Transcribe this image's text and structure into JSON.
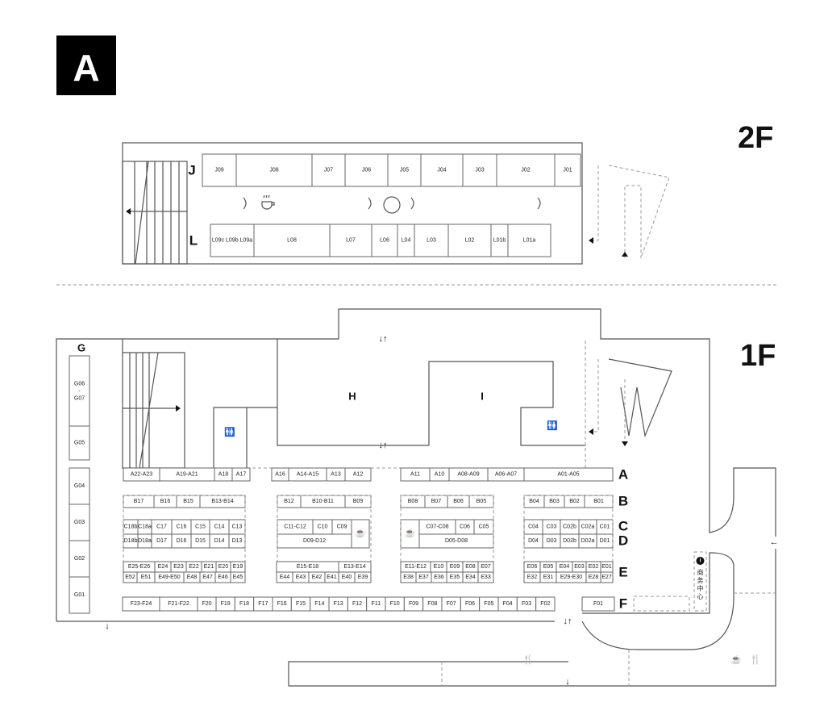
{
  "logo": "A",
  "floors": {
    "upper": "2F",
    "lower": "1F"
  },
  "row_letters_2f": [
    "J",
    "L"
  ],
  "row_letters_1f": [
    "A",
    "B",
    "C",
    "D",
    "E",
    "F"
  ],
  "zones": {
    "G": "G",
    "H": "H",
    "I": "I"
  },
  "service_center": "商务中心",
  "stalls": {
    "J": [
      "J09",
      "J08",
      "J07",
      "J06",
      "J05",
      "J04",
      "J03",
      "J02",
      "J01"
    ],
    "L": [
      "L09c L09b L09a",
      "L08",
      "L07",
      "L06",
      "L04",
      "L03",
      "L02",
      "L01b",
      "L01a"
    ],
    "G": [
      "G06 - G07",
      "G05",
      "G04",
      "G03",
      "G02",
      "G01"
    ],
    "A_left": [
      "A22-A23",
      "A19-A21",
      "A18",
      "A17"
    ],
    "A_mid": [
      "A16",
      "A14-A15",
      "A13",
      "A12"
    ],
    "A_right": [
      "A11",
      "A10",
      "A08-A09",
      "A06-A07",
      "A01-A05"
    ],
    "B1": [
      "B17",
      "B16",
      "B15",
      "B13-B14"
    ],
    "B2": [
      "B12",
      "B10-B11",
      "B09"
    ],
    "B3": [
      "B08",
      "B07",
      "B06",
      "B05"
    ],
    "B4": [
      "B04",
      "B03",
      "B02",
      "B01"
    ],
    "C1": [
      "C18b",
      "C18a",
      "C17",
      "C16",
      "C15",
      "C14",
      "C13"
    ],
    "D1": [
      "D18b",
      "D18a",
      "D17",
      "D16",
      "D15",
      "D14",
      "D13"
    ],
    "C2": [
      "C11-C12",
      "C10",
      "C09"
    ],
    "D2": [
      "D09-D12"
    ],
    "C3": [
      "C07-C08",
      "C06",
      "C05"
    ],
    "D3": [
      "D05-D08"
    ],
    "C4": [
      "C04",
      "C03",
      "C02b",
      "C02a",
      "C01"
    ],
    "D4": [
      "D04",
      "D03",
      "D02b",
      "D02a",
      "D01"
    ],
    "E1a": [
      "E25-E26",
      "E24",
      "E23",
      "E22",
      "E21",
      "E20",
      "E19"
    ],
    "E1b": [
      "E52",
      "E51",
      "E49-E50",
      "E48",
      "E47",
      "E46",
      "E45"
    ],
    "E2a": [
      "E15-E18",
      "E13-E14"
    ],
    "E2b": [
      "E44",
      "E43",
      "E42",
      "E41",
      "E40",
      "E39"
    ],
    "E3a": [
      "E11-E12",
      "E10",
      "E09",
      "E08",
      "E07"
    ],
    "E3b": [
      "E38",
      "E37",
      "E36",
      "E35",
      "E34",
      "E33"
    ],
    "E4a": [
      "E06",
      "E05",
      "E04",
      "E03",
      "E02",
      "E01"
    ],
    "E4b": [
      "E32",
      "E31",
      "E29-E30",
      "E28",
      "E27"
    ],
    "F": [
      "F23-F24",
      "F21-F22",
      "F20",
      "F19",
      "F18",
      "F17",
      "F16",
      "F15",
      "F14",
      "F13",
      "F12",
      "F11",
      "F10",
      "F09",
      "F08",
      "F07",
      "F06",
      "F05",
      "F04",
      "F03",
      "F02"
    ],
    "F_right": [
      "F01"
    ]
  }
}
